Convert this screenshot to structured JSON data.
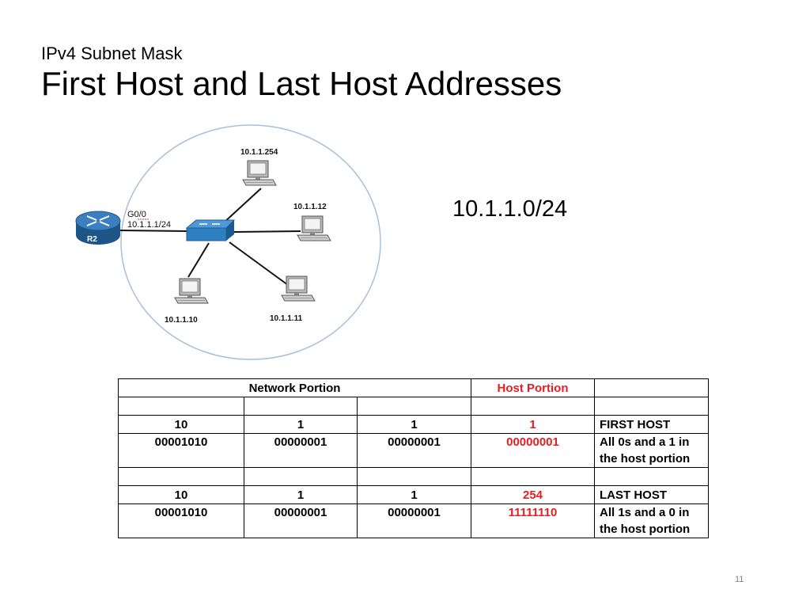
{
  "slide": {
    "subtitle": "IPv4 Subnet Mask",
    "title": "First Host and Last Host Addresses",
    "network_cidr": "10.1.1.0/24",
    "page_number": "11"
  },
  "diagram": {
    "router": {
      "name": "R2",
      "interface": "G0/0",
      "ip": "10.1.1.1/24"
    },
    "hosts": [
      {
        "ip": "10.1.1.254"
      },
      {
        "ip": "10.1.1.12"
      },
      {
        "ip": "10.1.1.11"
      },
      {
        "ip": "10.1.1.10"
      }
    ],
    "colors": {
      "router": "#2f6fa8",
      "switch": "#2e7fc0",
      "circle_border": "#a8bfdc",
      "pc": "#8a8a8a"
    }
  },
  "table": {
    "header": {
      "network_portion": "Network Portion",
      "host_portion": "Host Portion"
    },
    "first_host": {
      "decimal": [
        "10",
        "1",
        "1",
        "1"
      ],
      "binary": [
        "00001010",
        "00000001",
        "00000001",
        "00000001"
      ],
      "label": "FIRST HOST",
      "note_line1": "All 0s and a 1 in",
      "note_line2": "the host portion"
    },
    "last_host": {
      "decimal": [
        "10",
        "1",
        "1",
        "254"
      ],
      "binary": [
        "00001010",
        "00000001",
        "00000001",
        "11111110"
      ],
      "label": "LAST HOST",
      "note_line1": "All 1s and a 0 in",
      "note_line2": "the host portion"
    },
    "colors": {
      "host_portion": "#e51e25"
    }
  }
}
